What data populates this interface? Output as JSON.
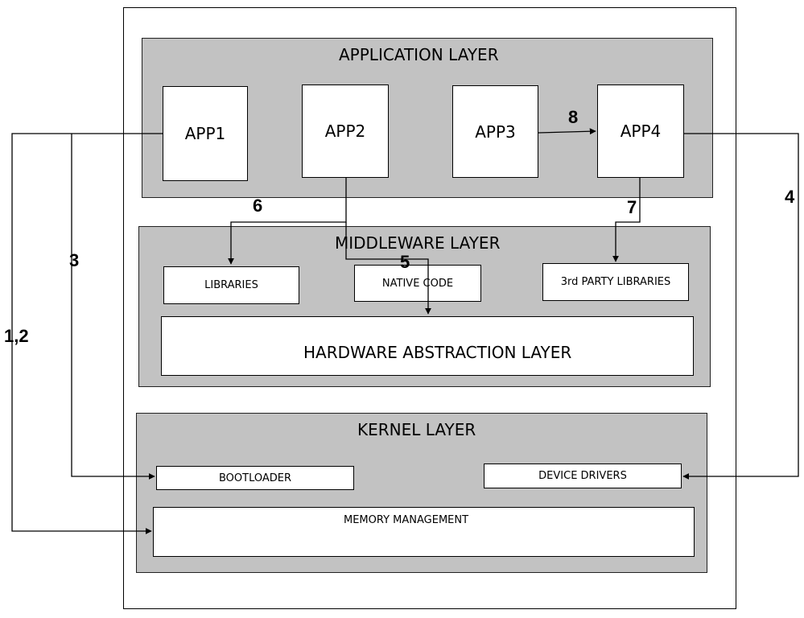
{
  "layers": {
    "application": {
      "title": "APPLICATION LAYER",
      "apps": [
        "APP1",
        "APP2",
        "APP3",
        "APP4"
      ]
    },
    "middleware": {
      "title": "MIDDLEWARE LAYER",
      "libraries": "LIBRARIES",
      "native_code": "NATIVE CODE",
      "third_party": "3rd PARTY LIBRARIES",
      "hal": "HARDWARE ABSTRACTION LAYER"
    },
    "kernel": {
      "title": "KERNEL LAYER",
      "bootloader": "BOOTLOADER",
      "device_drivers": "DEVICE DRIVERS",
      "memory_management": "MEMORY MANAGEMENT"
    }
  },
  "paths": {
    "p12": "1,2",
    "p3": "3",
    "p4": "4",
    "p5": "5",
    "p6": "6",
    "p7": "7",
    "p8": "8"
  }
}
